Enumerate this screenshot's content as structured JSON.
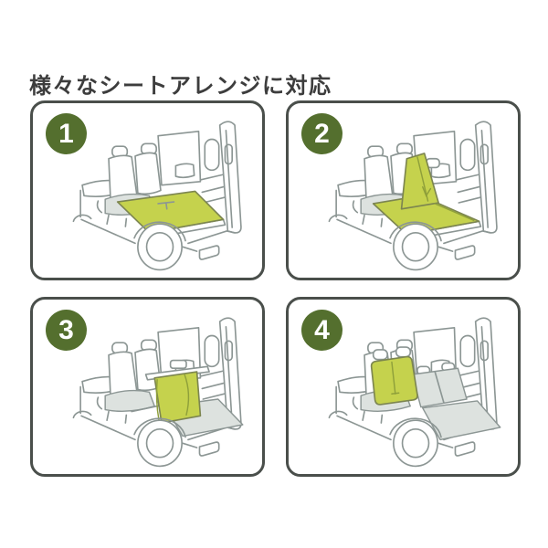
{
  "title": "様々なシートアレンジに対応",
  "colors": {
    "accent_green": "#c5d24d",
    "accent_green_dark": "#8fa03a",
    "badge_green": "#546f2e",
    "line_gray": "#8c9694",
    "fill_gray": "#dde2df",
    "panel_border": "#4a4f4b",
    "title_color": "#3d3d3d"
  },
  "panels": [
    {
      "number": "1",
      "illustration": "van-full-flat-mat-icon"
    },
    {
      "number": "2",
      "illustration": "van-mat-over-raised-seatback-icon"
    },
    {
      "number": "3",
      "illustration": "van-hanging-partition-icon"
    },
    {
      "number": "4",
      "illustration": "van-seatback-cover-icon"
    }
  ]
}
